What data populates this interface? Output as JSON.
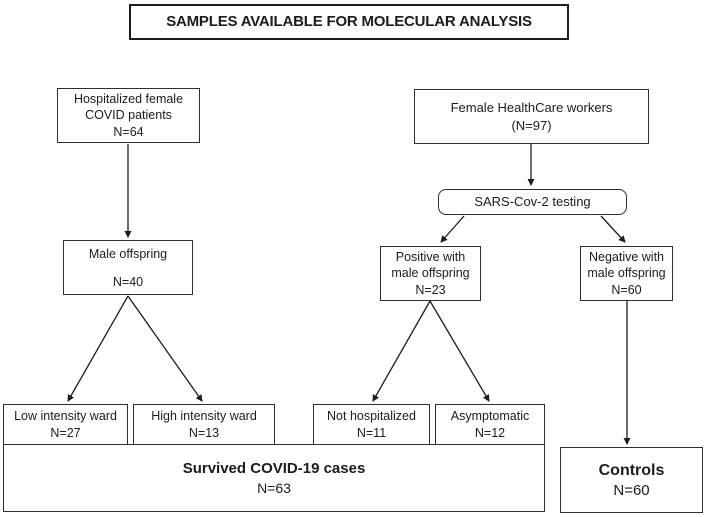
{
  "diagram": {
    "colors": {
      "background": "#ffffff",
      "border": "#2d2d2d",
      "text": "#1c1c1c",
      "arrow": "#1c1c1c"
    },
    "nodes": {
      "title": {
        "label": "SAMPLES AVAILABLE FOR MOLECULAR ANALYSIS"
      },
      "hospitalized": {
        "line1": "Hospitalized female",
        "line2": "COVID patients",
        "n": "N=64"
      },
      "healthcare": {
        "line1": "Female HealthCare workers",
        "n": "(N=97)"
      },
      "testing": {
        "label": "SARS-Cov-2 testing"
      },
      "male_offspring": {
        "line1": "Male offspring",
        "n": "N=40"
      },
      "positive": {
        "line1": "Positive with",
        "line2": "male offspring",
        "n": "N=23"
      },
      "negative": {
        "line1": "Negative with",
        "line2": "male offspring",
        "n": "N=60"
      },
      "low_ward": {
        "line1": "Low intensity ward",
        "n": "N=27"
      },
      "high_ward": {
        "line1": "High intensity ward",
        "n": "N=13"
      },
      "not_hospitalized": {
        "line1": "Not hospitalized",
        "n": "N=11"
      },
      "asymptomatic": {
        "line1": "Asymptomatic",
        "n": "N=12"
      },
      "survived": {
        "line1": "Survived COVID-19  cases",
        "n": "N=63"
      },
      "controls": {
        "line1": "Controls",
        "n": "N=60"
      }
    },
    "edges": [
      {
        "from": "hospitalized",
        "to": "male_offspring"
      },
      {
        "from": "healthcare",
        "to": "testing"
      },
      {
        "from": "testing",
        "to": "positive"
      },
      {
        "from": "testing",
        "to": "negative"
      },
      {
        "from": "male_offspring",
        "to": "low_ward"
      },
      {
        "from": "male_offspring",
        "to": "high_ward"
      },
      {
        "from": "positive",
        "to": "not_hospitalized"
      },
      {
        "from": "positive",
        "to": "asymptomatic"
      },
      {
        "from": "negative",
        "to": "controls"
      }
    ]
  }
}
